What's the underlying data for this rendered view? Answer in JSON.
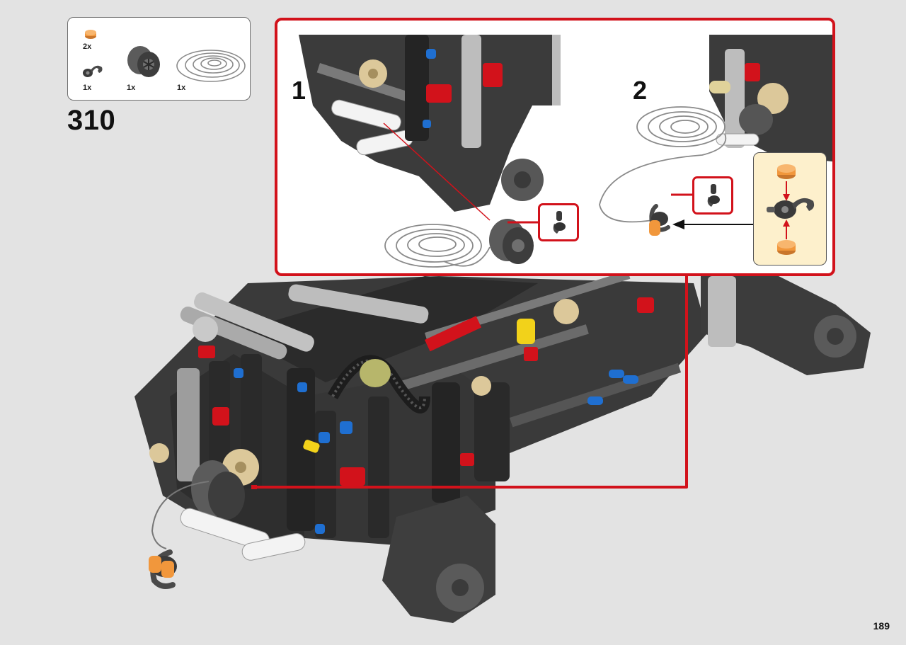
{
  "page": {
    "step_number": "310",
    "page_number": "189"
  },
  "parts_list": {
    "items": [
      {
        "name": "orange-round-tile",
        "qty": "2x",
        "color": "#f1973c"
      },
      {
        "name": "black-hook-piece",
        "qty": "1x",
        "color": "#3a3a3a"
      },
      {
        "name": "gray-pulley-wheel",
        "qty": "1x",
        "color": "#6b6b6b"
      },
      {
        "name": "gray-string-coil",
        "qty": "1x",
        "color": "#8a8a8a"
      }
    ]
  },
  "callout": {
    "substeps": [
      {
        "label": "1"
      },
      {
        "label": "2"
      }
    ],
    "border_color": "#d2121b"
  },
  "colors": {
    "background": "#e3e3e3",
    "accent_red": "#d2121b",
    "technic_dark": "#2f2f2f",
    "technic_light": "#bdbdbd",
    "technic_blue": "#1f6fd1",
    "technic_tan": "#dcc89a",
    "technic_yellow": "#f2d21a"
  },
  "icons": [
    "orange-tile-icon",
    "hook-icon",
    "pulley-icon",
    "string-coil-icon",
    "arrow-left-icon",
    "arrow-up-icon",
    "arrow-down-icon"
  ]
}
